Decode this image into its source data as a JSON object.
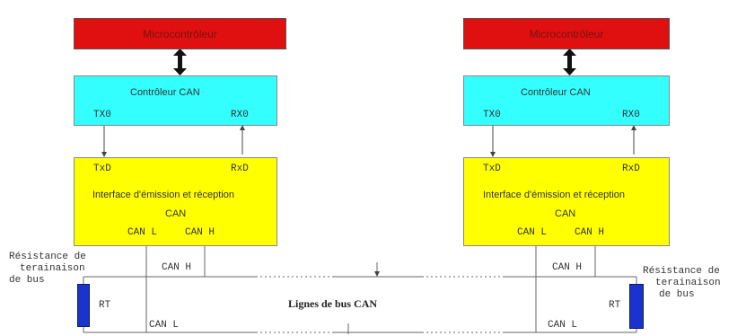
{
  "nodes": [
    {
      "microcontroller": "Microcontrôleur",
      "controller": "Contrôleur CAN",
      "tx0": "TX0",
      "rx0": "RX0",
      "txd": "TxD",
      "rxd": "RxD",
      "interface_line1": "Interface d'émission et réception",
      "interface_line2": "CAN",
      "can_l": "CAN L",
      "can_h": "CAN H",
      "bus_can_h": "CAN H",
      "bus_can_l": "CAN L"
    },
    {
      "microcontroller": "Microcontrôleur",
      "controller": "Contrôleur CAN",
      "tx0": "TX0",
      "rx0": "RX0",
      "txd": "TxD",
      "rxd": "RxD",
      "interface_line1": "Interface d'émission et réception",
      "interface_line2": "CAN",
      "can_l": "CAN L",
      "can_h": "CAN H",
      "bus_can_h": "CAN H",
      "bus_can_l": "CAN L"
    }
  ],
  "termination_left": {
    "label_line1": "Résistance de",
    "label_line2": "terainaison",
    "label_line3": "de bus",
    "rt": "RT"
  },
  "termination_right": {
    "label_line1": "Résistance de",
    "label_line2": "terainaison",
    "label_line3": "de bus",
    "rt": "RT"
  },
  "bus_label": "Lignes de bus CAN",
  "colors": {
    "microcontroller": "#e01010",
    "controller": "#33ffff",
    "interface": "#ffff00",
    "resistor": "#1a33cc"
  }
}
